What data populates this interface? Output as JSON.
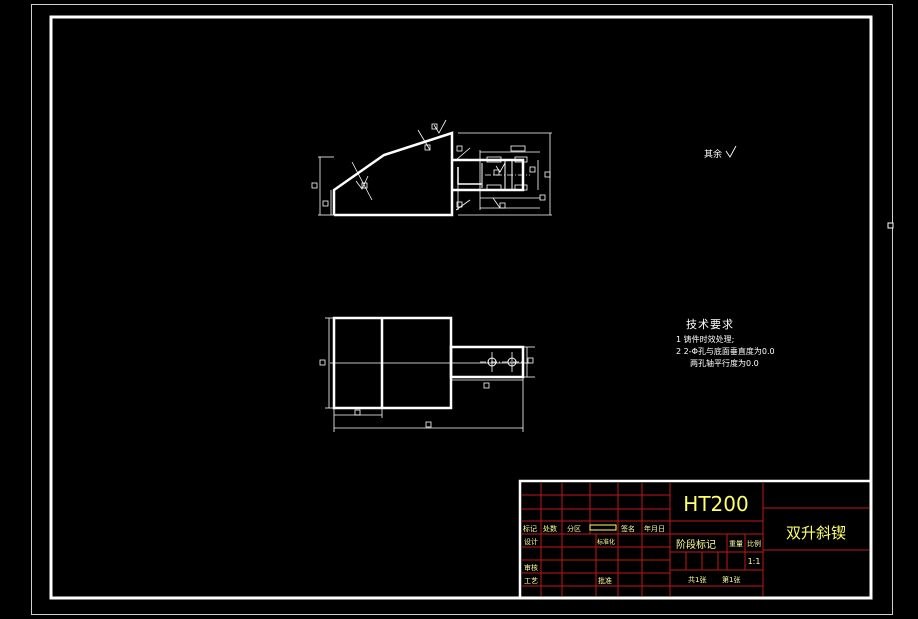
{
  "notes": {
    "surface": "其余",
    "tech_title": "技术要求",
    "tech_line1": "1 铸件时效处理;",
    "tech_line2": "2  2-Φ孔与底面垂直度为0.0",
    "tech_line3": "两孔轴平行度为0.0"
  },
  "title_block": {
    "material": "HT200",
    "part_name": "双升斜锲",
    "stage_label": "阶段标记",
    "weight_label": "重量",
    "scale_label": "比例",
    "scale_value": "1:1",
    "sheets_total": "共1张",
    "sheet_no": "第1张",
    "hdr_mark": "标记",
    "hdr_count": "处数",
    "hdr_zone": "分区",
    "hdr_sign": "签名",
    "hdr_date": "年月日",
    "row_design": "设计",
    "row_standard": "标准化",
    "row_check": "审核",
    "row_process": "工艺",
    "row_approve": "批准"
  },
  "colors": {
    "background": "#000000",
    "lines": "#ffffff",
    "grid": "#c01818",
    "title_text": "#ffff66",
    "label_text": "#ffff99"
  }
}
